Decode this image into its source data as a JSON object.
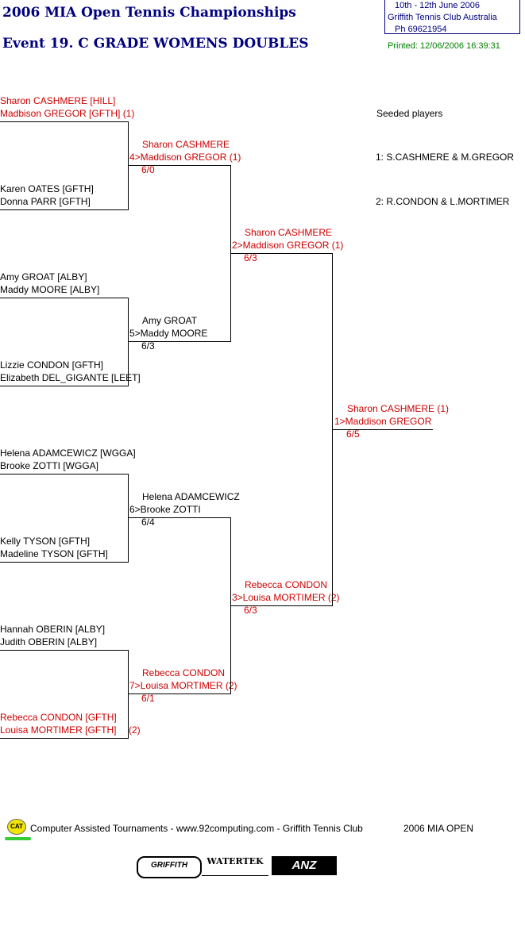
{
  "header": {
    "title_line1": "2006 MIA Open Tennis Championships",
    "title_line2": "Event 19. C GRADE WOMENS DOUBLES",
    "info_line1": "10th - 12th June 2006",
    "info_line2": "Griffith Tennis Club   Australia",
    "info_line3": "Ph 69621954",
    "printed": "Printed: 12/06/2006 16:39:31"
  },
  "round1": [
    {
      "p1": "Sharon CASHMERE [HILL]",
      "p2": "Madbison GREGOR [GFTH] (1)"
    },
    {
      "p1": "Karen OATES [GFTH]",
      "p2": "Donna PARR [GFTH]"
    },
    {
      "p1": "Amy GROAT [ALBY]",
      "p2": "Maddy MOORE [ALBY]"
    },
    {
      "p1": "Lizzie CONDON [GFTH]",
      "p2": "Elizabeth DEL_GIGANTE [LEET]"
    },
    {
      "p1": "Helena ADAMCEWICZ [WGGA]",
      "p2": "Brooke ZOTTI [WGGA]"
    },
    {
      "p1": "Kelly TYSON [GFTH]",
      "p2": "Madeline TYSON [GFTH]"
    },
    {
      "p1": "Hannah OBERIN [ALBY]",
      "p2": "Judith OBERIN [ALBY]"
    },
    {
      "p1": "Rebecca CONDON [GFTH]",
      "p2": "Louisa MORTIMER [GFTH]",
      "seed": "(2)"
    }
  ],
  "round2": [
    {
      "p1": "Sharon CASHMERE",
      "p2": "4>Maddison GREGOR (1)",
      "score": "6/0"
    },
    {
      "p1": "Amy GROAT",
      "p2": "5>Maddy MOORE",
      "score": "6/3"
    },
    {
      "p1": "Helena ADAMCEWICZ",
      "p2": "6>Brooke ZOTTI",
      "score": "6/4"
    },
    {
      "p1": "Rebecca CONDON",
      "p2": "7>Louisa MORTIMER (2)",
      "score": "6/1"
    }
  ],
  "round3": [
    {
      "p1": "Sharon CASHMERE",
      "p2": "2>Maddison GREGOR (1)",
      "score": "6/3"
    },
    {
      "p1": "Rebecca CONDON",
      "p2": "3>Louisa MORTIMER (2)",
      "score": "6/3"
    }
  ],
  "final": {
    "p1": "Sharon CASHMERE (1)",
    "p2": "1>Maddison GREGOR",
    "score": "6/5"
  },
  "seeded": {
    "heading": "Seeded players",
    "items": [
      "1: S.CASHMERE & M.GREGOR",
      "2: R.CONDON & L.MORTIMER"
    ]
  },
  "footer": {
    "logo_text": "CAT",
    "text": "Computer Assisted Tournaments - www.92computing.com -  Griffith Tennis Club",
    "event": "2006 MIA OPEN",
    "sponsors": [
      "GRIFFITH",
      "WATERTEK",
      "ANZ"
    ]
  },
  "colors": {
    "winner": "#cc0000",
    "title": "#000080",
    "printed": "#008000"
  }
}
